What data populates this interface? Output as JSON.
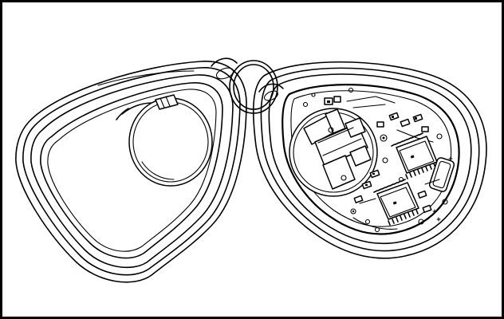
{
  "figure": {
    "subject": "opened-key-fob-remote-line-drawing",
    "colors": {
      "ink": "#000000",
      "paper": "#ffffff",
      "border": "#000000"
    },
    "parts": [
      "left-shell-half",
      "coin-battery",
      "key-ring",
      "right-shell-half",
      "circuit-board",
      "battery-clip",
      "ic-chip-upper",
      "ic-chip-lower",
      "crystal-component"
    ]
  }
}
